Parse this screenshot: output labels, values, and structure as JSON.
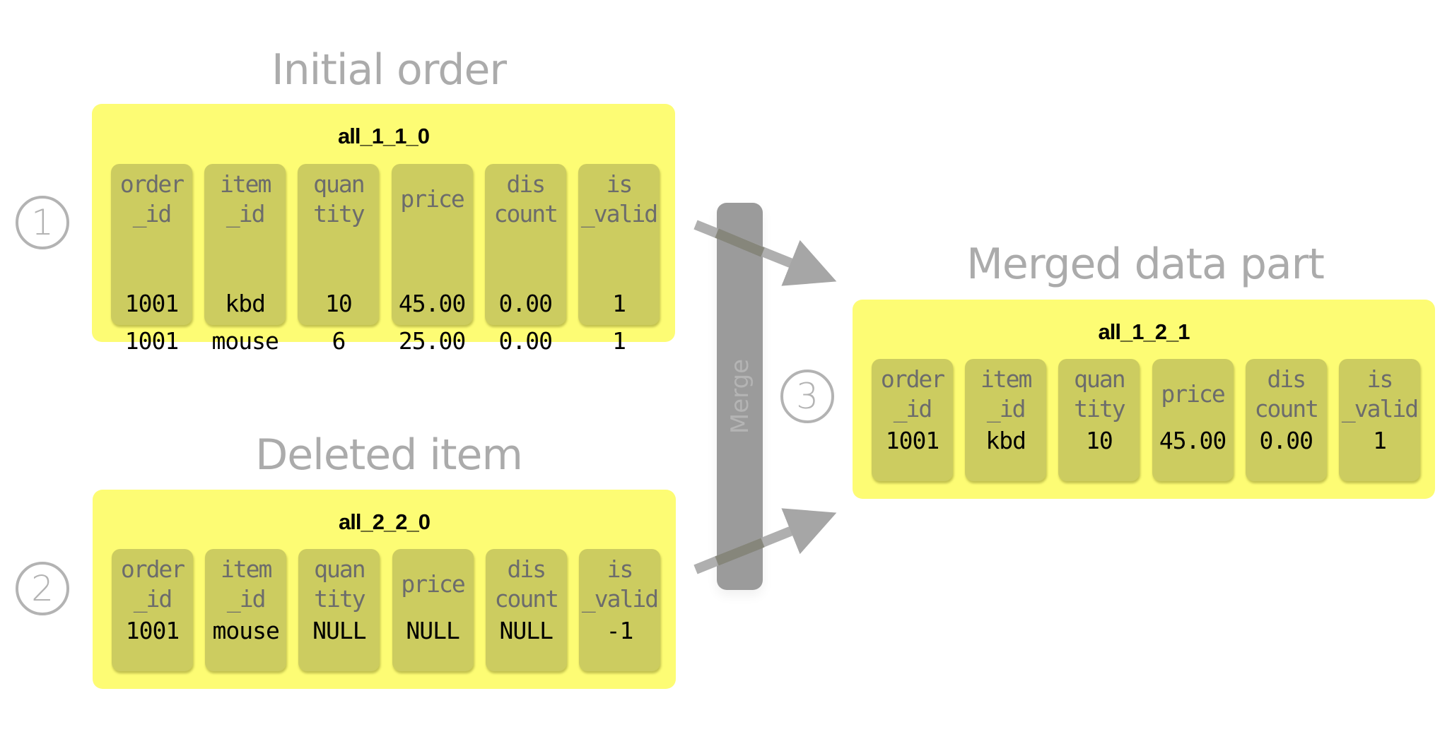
{
  "steps": [
    "1",
    "2",
    "3"
  ],
  "merge_label": "Merge",
  "colors": {
    "part_background": "#fdfc74",
    "column_background": "#cccc60",
    "title_text": "#ababab",
    "merge_bar": "#9b9b9b",
    "arrow": "#a6a6a6"
  },
  "columns": [
    [
      "order",
      "_id"
    ],
    [
      "item",
      "_id"
    ],
    [
      "quan",
      "tity"
    ],
    [
      "price"
    ],
    [
      "dis",
      "count"
    ],
    [
      "is",
      "_valid"
    ]
  ],
  "parts": [
    {
      "section_title": "Initial order",
      "name": "all_1_1_0",
      "rows": [
        [
          "1001",
          "kbd",
          "10",
          "45.00",
          "0.00",
          "1"
        ],
        [
          "1001",
          "mouse",
          "6",
          "25.00",
          "0.00",
          "1"
        ]
      ]
    },
    {
      "section_title": "Deleted item",
      "name": "all_2_2_0",
      "rows": [
        [
          "1001",
          "mouse",
          "NULL",
          "NULL",
          "NULL",
          "-1"
        ]
      ]
    },
    {
      "section_title": "Merged data part",
      "name": "all_1_2_1",
      "rows": [
        [
          "1001",
          "kbd",
          "10",
          "45.00",
          "0.00",
          "1"
        ]
      ]
    }
  ]
}
